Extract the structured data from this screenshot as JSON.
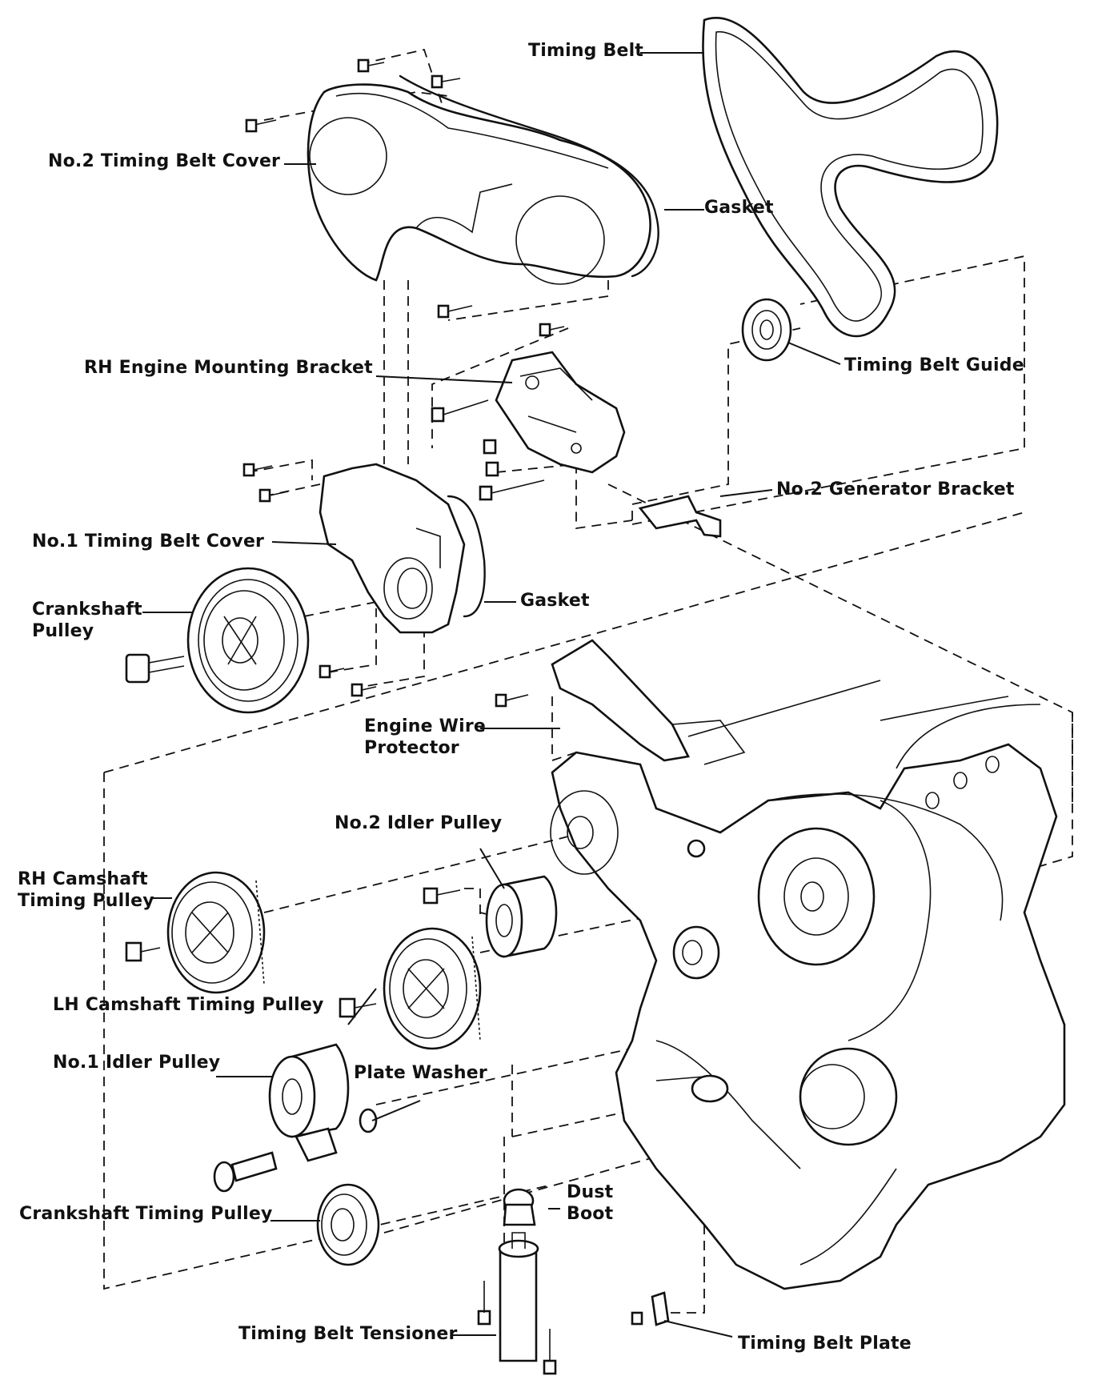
{
  "labels": {
    "timing_belt": "Timing Belt",
    "no2_timing_belt_cover": "No.2 Timing Belt Cover",
    "gasket_upper": "Gasket",
    "timing_belt_guide": "Timing Belt Guide",
    "rh_engine_mounting_bracket": "RH Engine Mounting Bracket",
    "no2_generator_bracket": "No.2 Generator Bracket",
    "no1_timing_belt_cover": "No.1 Timing Belt Cover",
    "gasket_lower": "Gasket",
    "crankshaft_pulley": "Crankshaft\nPulley",
    "engine_wire_protector": "Engine Wire\nProtector",
    "no2_idler_pulley": "No.2 Idler Pulley",
    "rh_camshaft_timing_pulley": "RH Camshaft\nTiming Pulley",
    "lh_camshaft_timing_pulley": "LH Camshaft Timing Pulley",
    "no1_idler_pulley": "No.1 Idler Pulley",
    "plate_washer": "Plate Washer",
    "crankshaft_timing_pulley": "Crankshaft Timing Pulley",
    "dust_boot": "Dust\nBoot",
    "timing_belt_tensioner": "Timing Belt Tensioner",
    "timing_belt_plate": "Timing Belt Plate"
  }
}
